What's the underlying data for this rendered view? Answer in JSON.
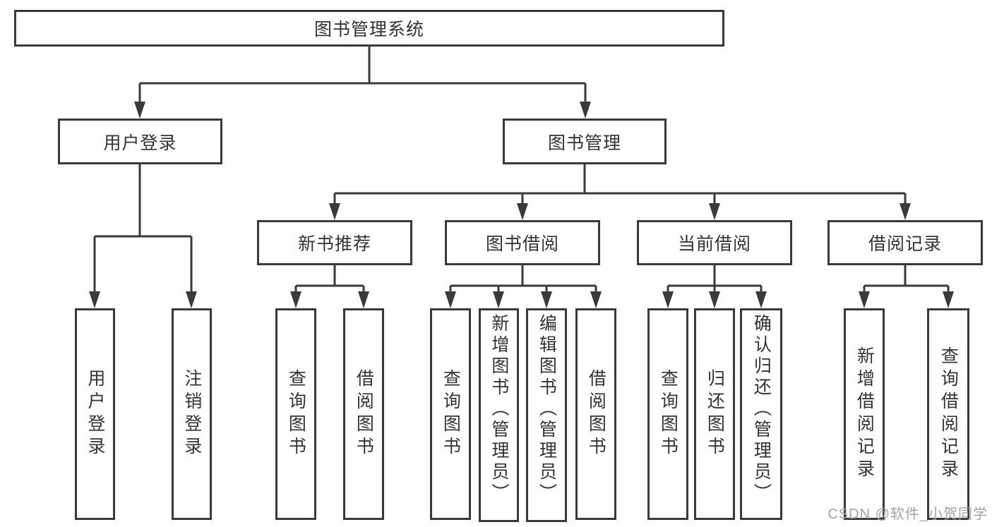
{
  "diagram": {
    "tree": {
      "label": "图书管理系统",
      "children": [
        {
          "label": "用户登录",
          "children": [
            {
              "label": "用户登录"
            },
            {
              "label": "注销登录"
            }
          ]
        },
        {
          "label": "图书管理",
          "children": [
            {
              "label": "新书推荐",
              "children": [
                {
                  "label": "查询图书"
                },
                {
                  "label": "借阅图书"
                }
              ]
            },
            {
              "label": "图书借阅",
              "children": [
                {
                  "label": "查询图书"
                },
                {
                  "label": "新增图书（管理员）"
                },
                {
                  "label": "编辑图书（管理员）"
                },
                {
                  "label": "借阅图书"
                }
              ]
            },
            {
              "label": "当前借阅",
              "children": [
                {
                  "label": "查询图书"
                },
                {
                  "label": "归还图书"
                },
                {
                  "label": "确认归还（管理员）"
                }
              ]
            },
            {
              "label": "借阅记录",
              "children": [
                {
                  "label": "新增借阅记录"
                },
                {
                  "label": "查询借阅记录"
                }
              ]
            }
          ]
        }
      ]
    },
    "colors": {
      "line": "#3a3a3a",
      "box_border": "#3a3a3a",
      "text": "#333333",
      "background": "#ffffff",
      "watermark": "#a3a3a3"
    }
  },
  "watermark": "CSDN @软件_小贺同学"
}
